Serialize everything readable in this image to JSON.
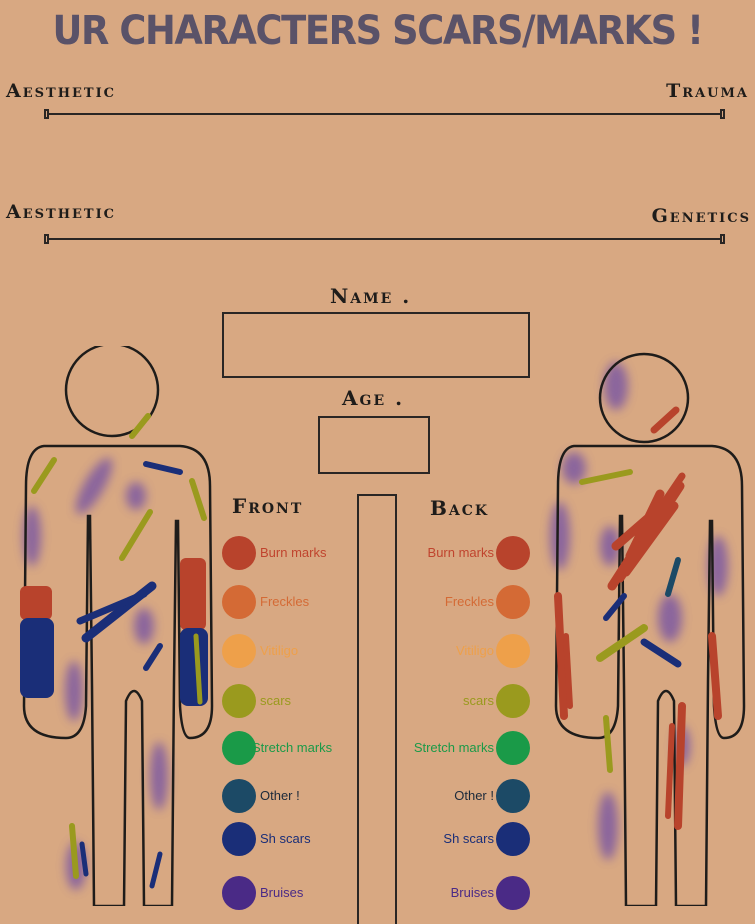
{
  "title": "UR CHARACTERS SCARS/MARKS !",
  "scales": [
    {
      "left": "Aesthetic",
      "right": "Trauma"
    },
    {
      "left": "Aesthetic",
      "right": "Genetics"
    }
  ],
  "fields": {
    "name_label": "Name .",
    "age_label": "Age ."
  },
  "columns": {
    "front": "Front",
    "back": "Back"
  },
  "legend": [
    {
      "label": "Burn marks",
      "color": "#b8432c",
      "text_color": "#c0442e"
    },
    {
      "label": "Freckles",
      "color": "#d46a35",
      "text_color": "#d46a35"
    },
    {
      "label": "Vitiligo",
      "color": "#eea04a",
      "text_color": "#eea04a"
    },
    {
      "label": "scars",
      "color": "#9a9a1e",
      "text_color": "#9a9a1e"
    },
    {
      "label": "Stretch marks",
      "color": "#1a9a48",
      "text_color": "#1a9a48"
    },
    {
      "label": "Other !",
      "color": "#1c4a66",
      "text_color": "#1c2a3a"
    },
    {
      "label": "Sh scars",
      "color": "#1a2e78",
      "text_color": "#1a2e78"
    },
    {
      "label": "Bruises",
      "color": "#4a2a86",
      "text_color": "#4a2a86"
    }
  ],
  "colors": {
    "background": "#d8a882",
    "outline": "#2a2624",
    "title": "#5a5268"
  }
}
